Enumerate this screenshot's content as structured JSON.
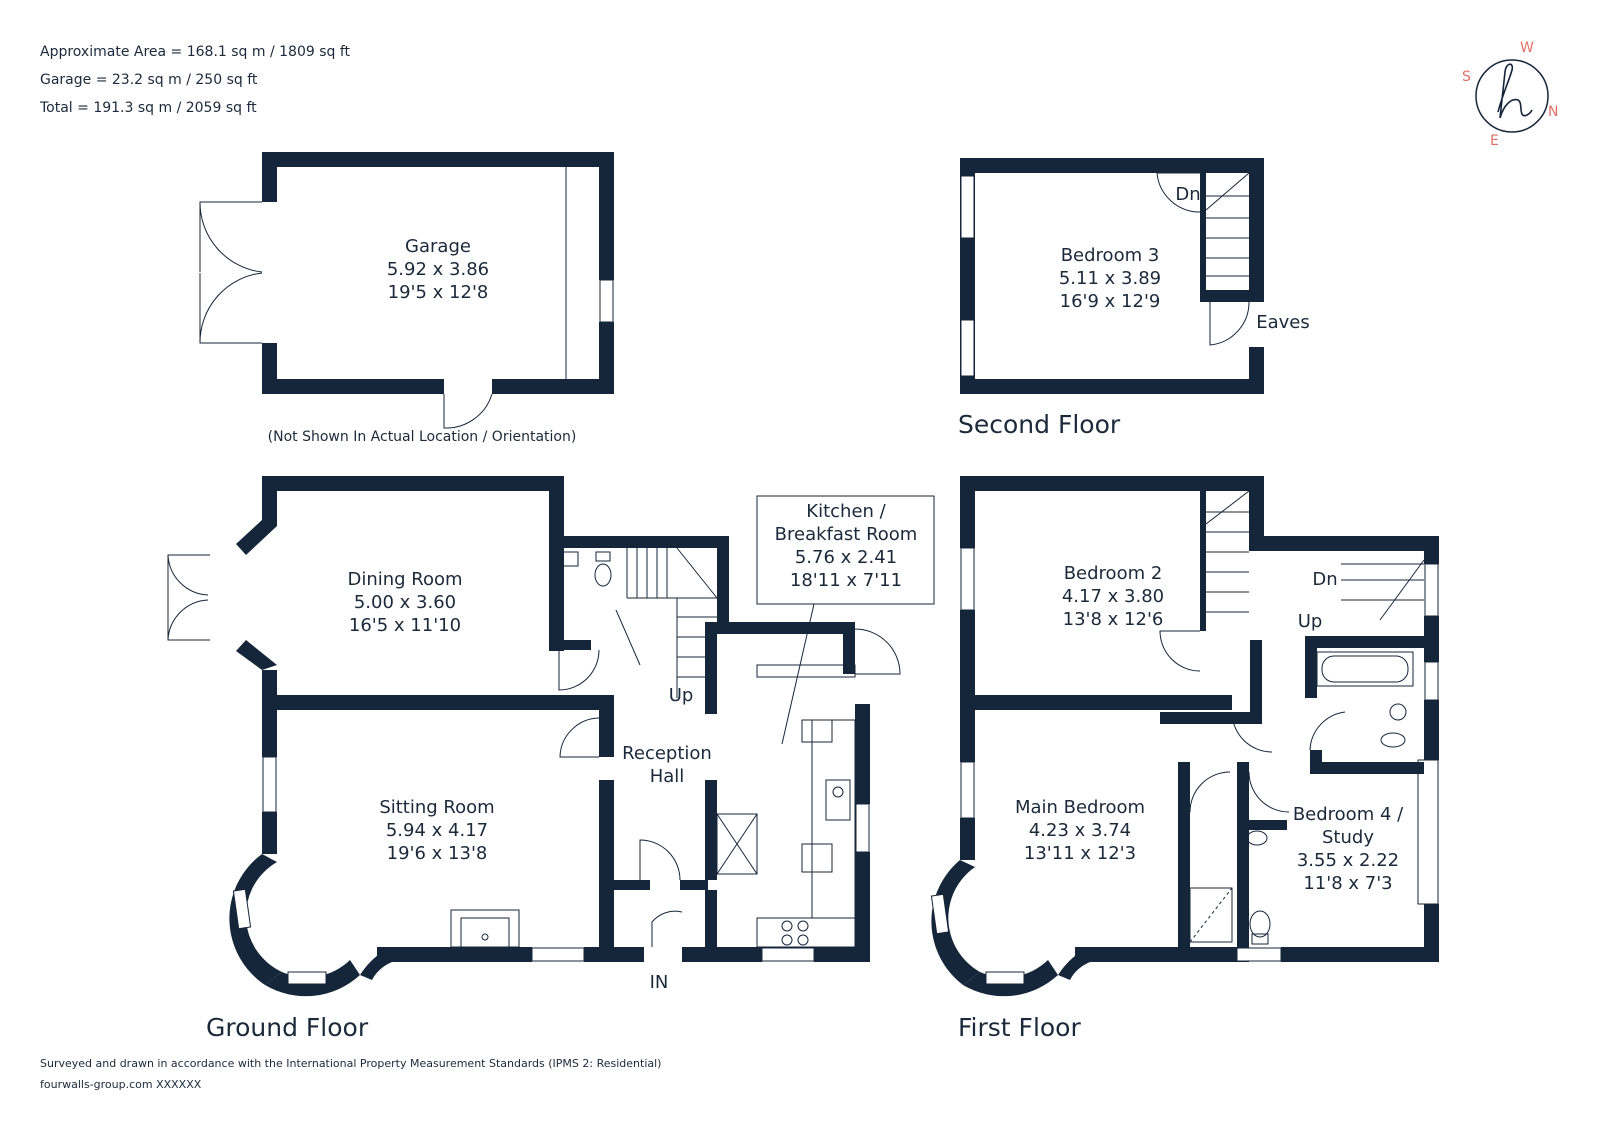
{
  "header": {
    "area_line": "Approximate Area = 168.1 sq m / 1809 sq ft",
    "garage_line": "Garage = 23.2 sq m / 250 sq ft",
    "total_line": "Total = 191.3 sq m / 2059 sq ft"
  },
  "compass": {
    "w": "W",
    "s": "S",
    "n": "N",
    "e": "E"
  },
  "garage": {
    "name": "Garage",
    "metric": "5.92 x 3.86",
    "imperial": "19'5 x 12'8",
    "note": "(Not Shown In Actual Location / Orientation)"
  },
  "second_floor": {
    "title": "Second Floor",
    "bedroom3": {
      "name": "Bedroom 3",
      "metric": "5.11 x 3.89",
      "imperial": "16'9 x 12'9"
    },
    "dn": "Dn",
    "eaves": "Eaves"
  },
  "ground_floor": {
    "title": "Ground Floor",
    "dining": {
      "name": "Dining Room",
      "metric": "5.00 x 3.60",
      "imperial": "16'5 x 11'10"
    },
    "sitting": {
      "name": "Sitting Room",
      "metric": "5.94 x 4.17",
      "imperial": "19'6 x 13'8"
    },
    "kitchen": {
      "name1": "Kitchen /",
      "name2": "Breakfast Room",
      "metric": "5.76 x 2.41",
      "imperial": "18'11 x 7'11"
    },
    "reception1": "Reception",
    "reception2": "Hall",
    "up": "Up",
    "in": "IN"
  },
  "first_floor": {
    "title": "First Floor",
    "bedroom2": {
      "name": "Bedroom 2",
      "metric": "4.17 x 3.80",
      "imperial": "13'8 x 12'6"
    },
    "main": {
      "name": "Main Bedroom",
      "metric": "4.23 x 3.74",
      "imperial": "13'11 x 12'3"
    },
    "bed4": {
      "name1": "Bedroom 4 /",
      "name2": "Study",
      "metric": "3.55 x 2.22",
      "imperial": "11'8 x 7'3"
    },
    "up": "Up",
    "dn": "Dn"
  },
  "footer": {
    "survey": "Surveyed and drawn in accordance with the International Property Measurement Standards (IPMS 2: Residential)",
    "ref": "fourwalls-group.com XXXXXX"
  },
  "colors": {
    "wall": "#15263a",
    "text": "#1b2a3a",
    "compass": "#e17167"
  }
}
